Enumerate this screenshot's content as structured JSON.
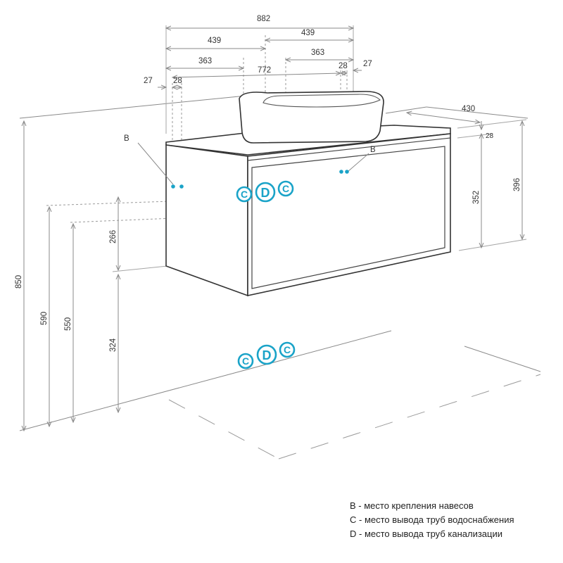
{
  "colors": {
    "accent": "#1aa3c8",
    "lines": "#8a8a8a",
    "outline": "#333333"
  },
  "dimensions": {
    "total_width": "882",
    "half_left": "439",
    "half_right": "439",
    "left_363": "363",
    "right_363": "363",
    "inner_width": "772",
    "left_27": "27",
    "left_28": "28",
    "right_28": "28",
    "right_27": "27",
    "depth_430": "430",
    "top_28": "28",
    "height_396": "396",
    "height_352": "352",
    "height_266": "266",
    "height_324": "324",
    "height_850": "850",
    "height_590": "590",
    "height_550": "550"
  },
  "markers": {
    "b_left": "B",
    "b_right": "B",
    "c": "C",
    "d": "D"
  },
  "legend": {
    "b": "B - место крепления навесов",
    "c": "C - место вывода труб водоснабжения",
    "d": "D - место вывода труб канализации"
  }
}
